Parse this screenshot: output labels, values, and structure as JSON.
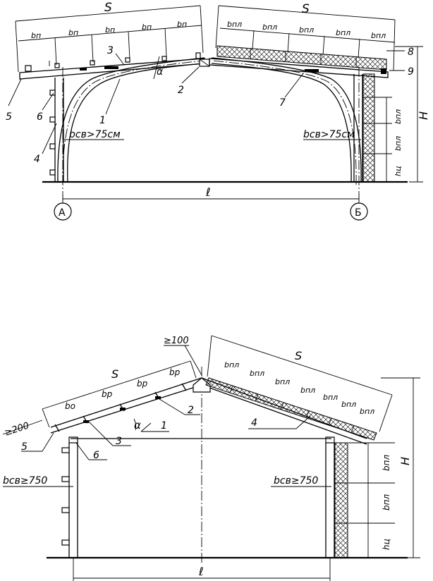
{
  "top_drawing": {
    "span_left_label": "S",
    "span_right_label": "S",
    "left_panels": [
      "bп",
      "bп",
      "bп",
      "bп",
      "bп"
    ],
    "right_panels": [
      "bпл",
      "bпл",
      "bпл",
      "bпл",
      "bпл"
    ],
    "callouts": [
      "1",
      "2",
      "3",
      "4",
      "5",
      "6",
      "7",
      "8",
      "9"
    ],
    "angle_label": "α",
    "support_left": "bсв>75см",
    "support_right": "bсв>75см",
    "wall_right": [
      "bпл",
      "bпл",
      "hц"
    ],
    "height_label": "H",
    "length_label": "ℓ",
    "axis_left": "А",
    "axis_right": "Б"
  },
  "bottom_drawing": {
    "slope_left_label": "S",
    "slope_right_label": "S",
    "ridge_gap": "≥100",
    "eave_overhang": "≥200",
    "left_panels": [
      "bо",
      "bр",
      "bр",
      "bр"
    ],
    "right_panels": [
      "bпл",
      "bпл",
      "bпл",
      "bпл",
      "bпл",
      "bпл",
      "bпл"
    ],
    "callouts": [
      "1",
      "2",
      "3",
      "4",
      "5",
      "6"
    ],
    "angle_label": "α",
    "support_left": "bсв≥750",
    "support_right": "bсв≥750",
    "wall_right": [
      "bпл",
      "bпл",
      "hц"
    ],
    "height_label": "H",
    "length_label": "ℓ"
  }
}
